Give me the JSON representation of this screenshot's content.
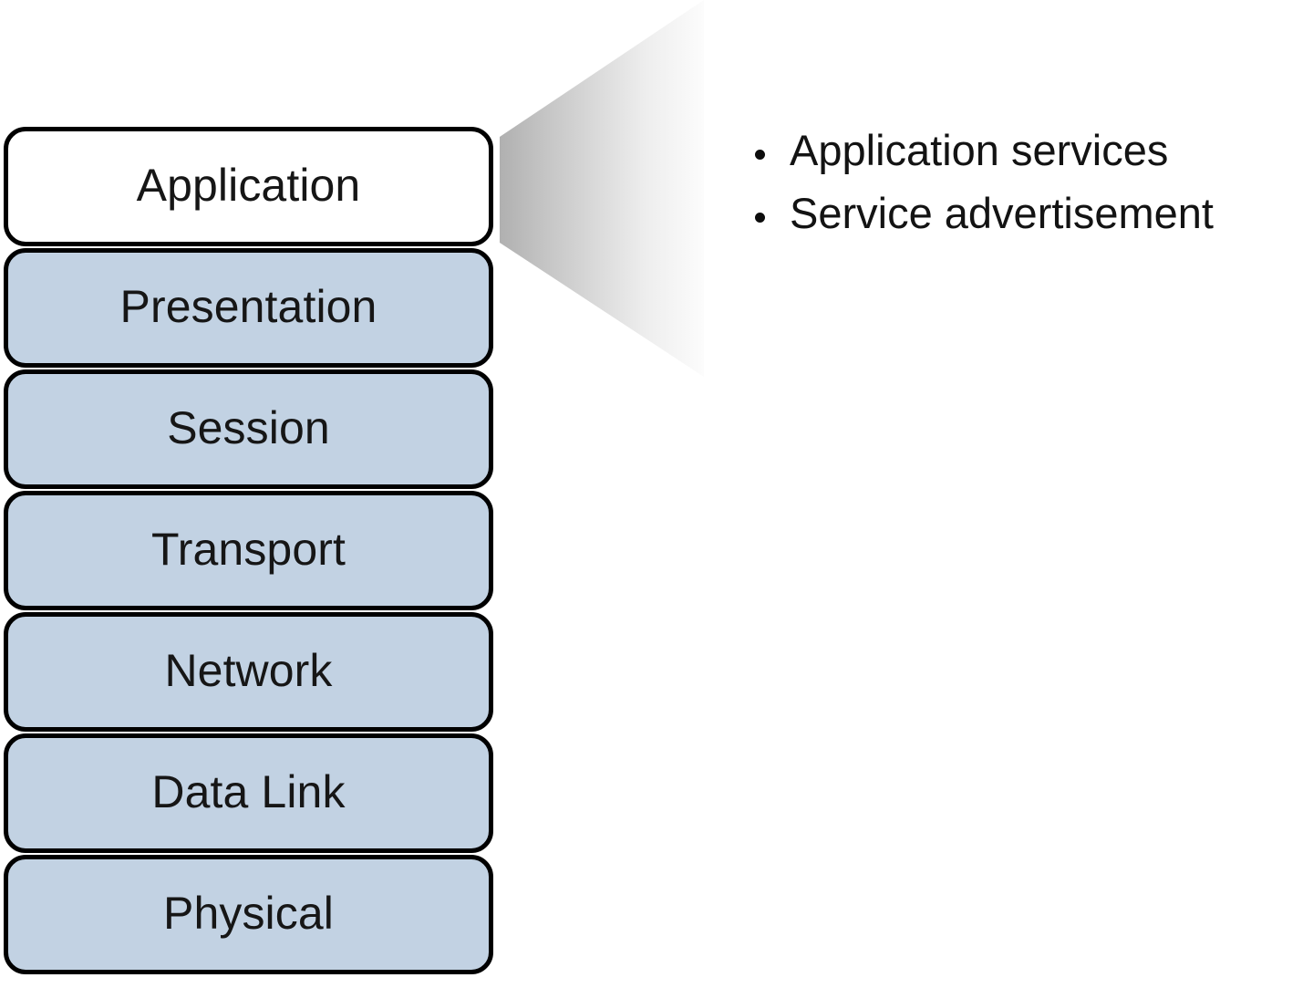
{
  "diagram": {
    "title": "OSI model layer stack with Application layer callout",
    "colors": {
      "layer_fill": "#c2d2e3",
      "highlight_fill": "#ffffff",
      "border": "#000000",
      "text": "#161616",
      "wedge_gradient_start": "#b2b2b2",
      "wedge_gradient_end": "#fbfbfb",
      "background": "#ffffff"
    },
    "stack": {
      "name": "osi-layer-stack",
      "layers": [
        {
          "label": "Application",
          "highlighted": true
        },
        {
          "label": "Presentation",
          "highlighted": false
        },
        {
          "label": "Session",
          "highlighted": false
        },
        {
          "label": "Transport",
          "highlighted": false
        },
        {
          "label": "Network",
          "highlighted": false
        },
        {
          "label": "Data Link",
          "highlighted": false
        },
        {
          "label": "Physical",
          "highlighted": false
        }
      ]
    },
    "callout": {
      "name": "application-layer-callout",
      "source_layer": "Application",
      "bullets": [
        "Application services",
        "Service advertisement"
      ]
    }
  }
}
